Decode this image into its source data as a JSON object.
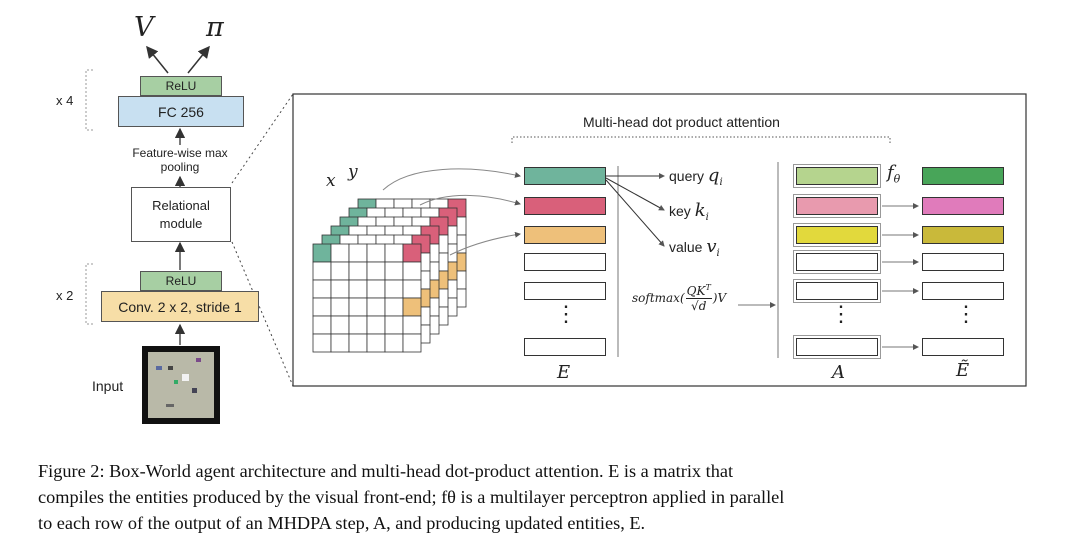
{
  "left_stack": {
    "out_v": "V",
    "out_pi": "π",
    "mult_top": "x 4",
    "relu_top": "ReLU",
    "fc": "FC 256",
    "pool": "Feature-wise max pooling",
    "relational": "Relational module",
    "relu_bottom": "ReLU",
    "conv": "Conv. 2 x 2, stride 1",
    "mult_bottom": "x 2",
    "input": "Input"
  },
  "attention": {
    "title": "Multi-head dot product attention",
    "axis_x": "x",
    "axis_y": "y",
    "query": "query",
    "query_sym": "q",
    "query_sub": "i",
    "key": "key",
    "key_sym": "k",
    "key_sub": "i",
    "value": "value",
    "value_sym": "v",
    "value_sub": "i",
    "f_theta": "f",
    "f_theta_sub": "θ",
    "softmax": "softmax(",
    "softmax_num": "QK",
    "softmax_sup": "T",
    "softmax_den": "√d",
    "softmax_tail": ")V",
    "label_E": "E",
    "label_A": "A",
    "label_Etilde": "Ẽ",
    "dots": "⋮"
  },
  "caption": {
    "line1": "Figure 2: Box-World agent architecture and multi-head dot-product attention. E is a matrix that",
    "line2": "compiles the entities produced by the visual front-end; fθ is a multilayer perceptron applied in parallel",
    "line3": "to each row of the output of an MHDPA step, A, and producing updated entities, E."
  },
  "colors": {
    "relu": "#a7cfa3",
    "fc": "#c8e0f1",
    "conv": "#f7dea7",
    "teal": "#6fb49c",
    "pink": "#d9607a",
    "orange": "#eec07a",
    "green_light": "#b5d48e",
    "pink_light": "#e89aae",
    "yellow": "#e2d93c",
    "green_dark": "#48a559",
    "pink_mid": "#e07bbb",
    "olive": "#c9b93a"
  }
}
